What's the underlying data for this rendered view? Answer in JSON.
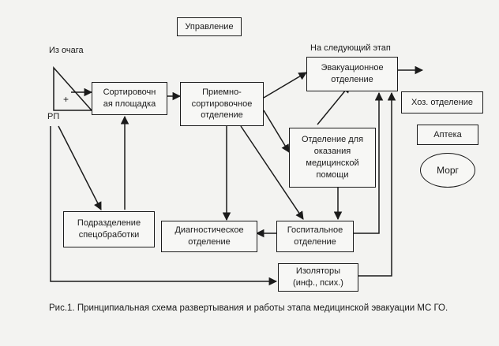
{
  "nodes": {
    "upravlenie": "Управление",
    "evakuacionnoe": "Эвакуационное\nотделение",
    "sortirovochnaya": "Сортировочн\nая площадка",
    "priemno": "Приемно-\nсортировочное\nотделение",
    "hoz": "Хоз. отделение",
    "apteka": "Аптека",
    "okazanie": "Отделение для\nоказания\nмедицинской\nпомощи",
    "morg": "Морг",
    "podrazdelenie": "Подразделение\nспецобработки",
    "diagnosticheskoe": "Диагностическое\nотделение",
    "gospitalnoe": "Госпитальное\nотделение",
    "izolyatory": "Изоляторы\n(инф., псих.)"
  },
  "labels": {
    "iz_ochaga": "Из очага",
    "na_sled": "На следующий этап",
    "plus": "+",
    "rp": "РП"
  },
  "caption": "Рис.1. Принципиальная схема развертывания и работы этапа медицинской эвакуации МС ГО."
}
